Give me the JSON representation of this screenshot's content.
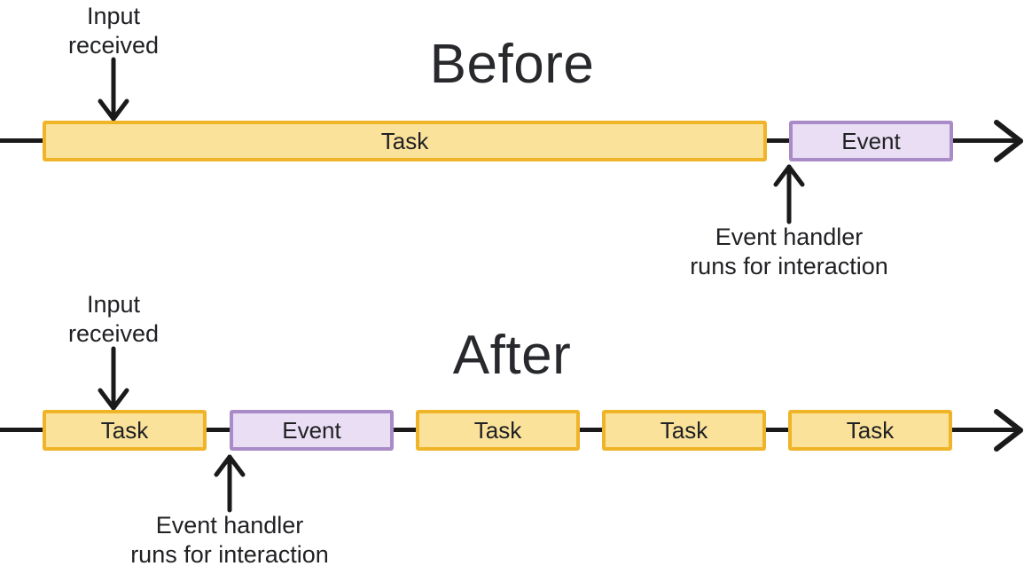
{
  "colors": {
    "task_border": "#f0b429",
    "task_fill": "#fbe29b",
    "event_border": "#a98bc8",
    "event_fill": "#e9def3",
    "line": "#1a1a1a",
    "text": "#202124"
  },
  "before": {
    "title": "Before",
    "input_label": "Input\nreceived",
    "handler_label": "Event handler\nruns for interaction",
    "segments": [
      {
        "type": "task",
        "label": "Task"
      },
      {
        "type": "event",
        "label": "Event"
      }
    ]
  },
  "after": {
    "title": "After",
    "input_label": "Input\nreceived",
    "handler_label": "Event handler\nruns for interaction",
    "segments": [
      {
        "type": "task",
        "label": "Task"
      },
      {
        "type": "event",
        "label": "Event"
      },
      {
        "type": "task",
        "label": "Task"
      },
      {
        "type": "task",
        "label": "Task"
      },
      {
        "type": "task",
        "label": "Task"
      }
    ]
  }
}
